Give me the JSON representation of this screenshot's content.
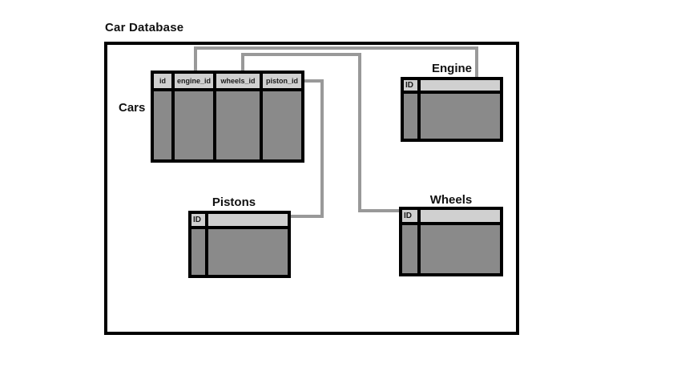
{
  "title": "Car Database",
  "colors": {
    "background": "#ffffff",
    "border": "#000000",
    "header_cell": "#d0d0d0",
    "body_cell": "#8a8a8a",
    "connector": "#999999"
  },
  "tables": {
    "cars": {
      "label": "Cars",
      "columns": [
        "id",
        "engine_id",
        "wheels_id",
        "piston_id"
      ]
    },
    "engine": {
      "label": "Engine",
      "key_column": "ID"
    },
    "pistons": {
      "label": "Pistons",
      "key_column": "ID"
    },
    "wheels": {
      "label": "Wheels",
      "key_column": "ID"
    }
  },
  "connectors": [
    {
      "from": "cars.engine_id",
      "to": "engine"
    },
    {
      "from": "cars.wheels_id",
      "to": "wheels"
    },
    {
      "from": "cars.piston_id",
      "to": "pistons"
    }
  ]
}
